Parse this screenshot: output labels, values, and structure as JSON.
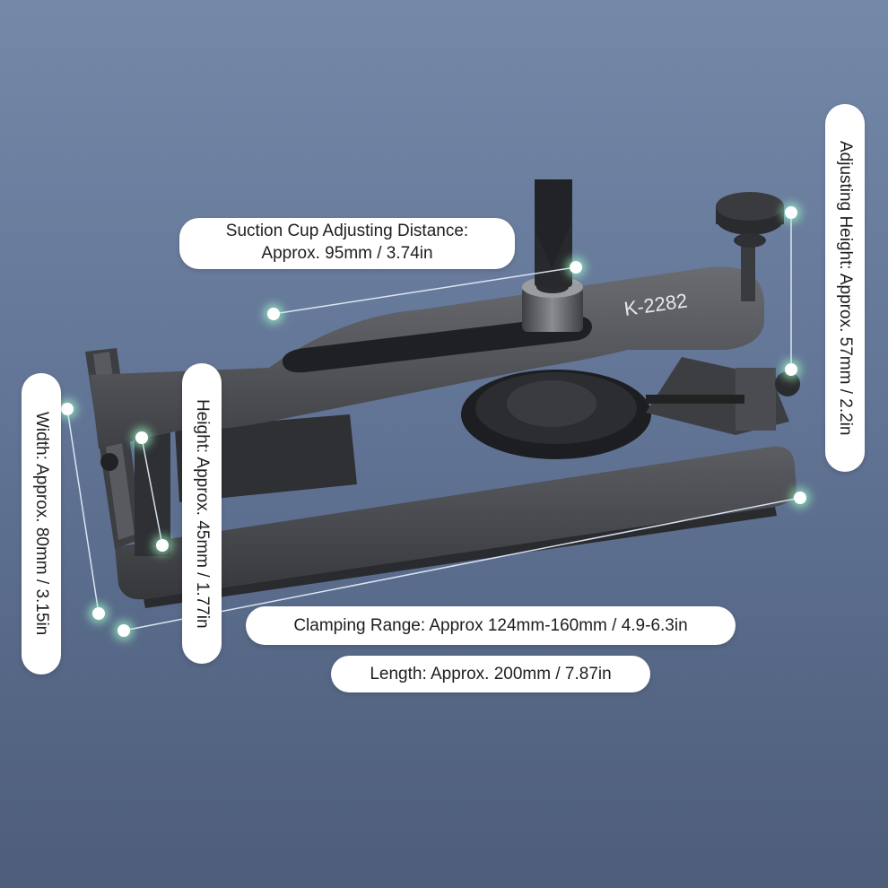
{
  "model_label": "K-2282",
  "labels": {
    "suction": [
      "Suction Cup Adjusting Distance:",
      "Approx. 95mm / 3.74in"
    ],
    "adjusting_height": "Adjusting Height: Approx. 57mm / 2.2in",
    "width": "Width: Approx. 80mm / 3.15in",
    "height": "Height: Approx. 45mm / 1.77in",
    "clamping": "Clamping Range: Approx 124mm-160mm / 4.9-6.3in",
    "length": "Length: Approx. 200mm / 7.87in"
  },
  "colors": {
    "background_top": "#7488a8",
    "background_bottom": "#4d5d7a",
    "metal": "#4a4c51",
    "label_bg": "#ffffff",
    "glow": "#a0ffc8"
  }
}
